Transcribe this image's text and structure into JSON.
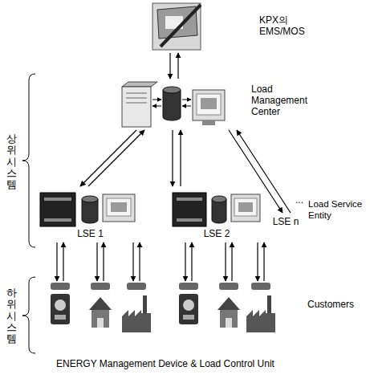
{
  "diagram": {
    "nodes": [
      {
        "text": [
          "KPX의 EMS/MOS"
        ]
      },
      {
        "text": [
          "Load Management Center"
        ]
      },
      {
        "text": [
          "LSE 1"
        ]
      },
      {
        "text": [
          "LSE 2"
        ]
      },
      {
        "text": [
          "LSE n"
        ]
      },
      {
        "text": [
          "Customers"
        ]
      }
    ],
    "edges": [
      {
        "from": 0,
        "to": 1,
        "arrow": "to"
      },
      {
        "from": 1,
        "to": 0,
        "arrow": "to"
      },
      {
        "from": 1,
        "to": 2,
        "arrow": "to"
      },
      {
        "from": 2,
        "to": 1,
        "arrow": "to"
      },
      {
        "from": 1,
        "to": 3,
        "arrow": "to"
      },
      {
        "from": 3,
        "to": 1,
        "arrow": "to"
      },
      {
        "from": 1,
        "to": 4,
        "arrow": "to"
      },
      {
        "from": 4,
        "to": 1,
        "arrow": "to"
      },
      {
        "from": 2,
        "to": 5,
        "arrow": "to"
      },
      {
        "from": 5,
        "to": 2,
        "arrow": "to"
      },
      {
        "from": 2,
        "to": 5,
        "arrow": "to"
      },
      {
        "from": 5,
        "to": 2,
        "arrow": "to"
      },
      {
        "from": 2,
        "to": 5,
        "arrow": "to"
      },
      {
        "from": 5,
        "to": 2,
        "arrow": "to"
      },
      {
        "from": 3,
        "to": 5,
        "arrow": "to"
      },
      {
        "from": 5,
        "to": 3,
        "arrow": "to"
      },
      {
        "from": 3,
        "to": 5,
        "arrow": "to"
      },
      {
        "from": 5,
        "to": 3,
        "arrow": "to"
      },
      {
        "from": 3,
        "to": 5,
        "arrow": "to"
      },
      {
        "from": 5,
        "to": 3,
        "arrow": "to"
      }
    ],
    "labels": [
      "상위시스템",
      "하위시스템",
      "...",
      "Load Service Entity",
      "ENERGY Management Device & Load Control Unit"
    ]
  }
}
